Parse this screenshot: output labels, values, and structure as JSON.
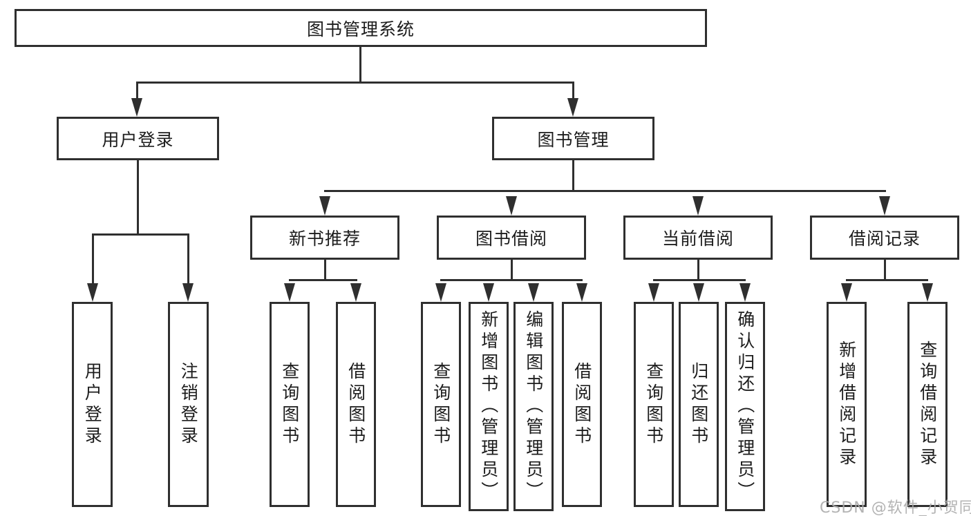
{
  "tree": {
    "label": "图书管理系统",
    "children": [
      {
        "label": "用户登录",
        "children": [
          {
            "label": "用户登录"
          },
          {
            "label": "注销登录"
          }
        ]
      },
      {
        "label": "图书管理",
        "children": [
          {
            "label": "新书推荐",
            "children": [
              {
                "label": "查询图书"
              },
              {
                "label": "借阅图书"
              }
            ]
          },
          {
            "label": "图书借阅",
            "children": [
              {
                "label": "查询图书"
              },
              {
                "label": "新增图书（管理员）"
              },
              {
                "label": "编辑图书（管理员）"
              },
              {
                "label": "借阅图书"
              }
            ]
          },
          {
            "label": "当前借阅",
            "children": [
              {
                "label": "查询图书"
              },
              {
                "label": "归还图书"
              },
              {
                "label": "确认归还（管理员）"
              }
            ]
          },
          {
            "label": "借阅记录",
            "children": [
              {
                "label": "新增借阅记录"
              },
              {
                "label": "查询借阅记录"
              }
            ]
          }
        ]
      }
    ]
  },
  "watermark": "CSDN @软件_小贺同学",
  "colors": {
    "line": "#2f2f2f",
    "text": "#1c1c1c",
    "watermark": "#ababab",
    "background": "#ffffff"
  }
}
